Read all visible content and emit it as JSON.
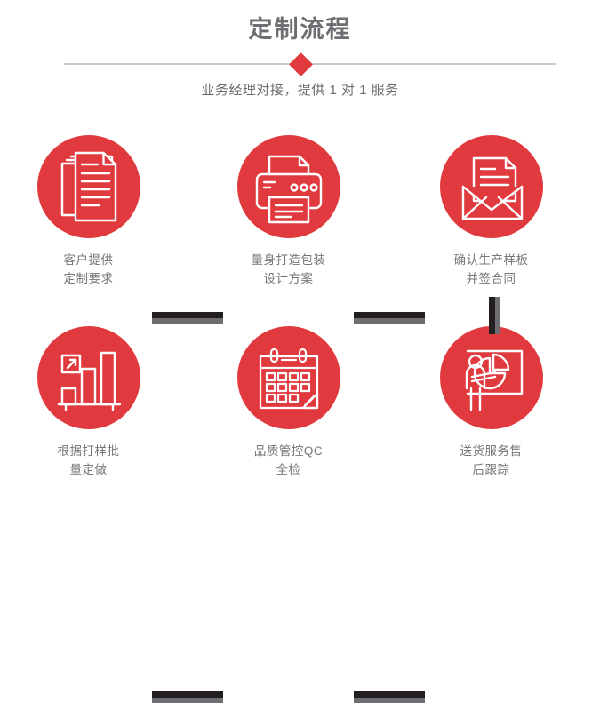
{
  "header": {
    "title": "定制流程",
    "subtitle": "业务经理对接，提供 1 对 1 服务",
    "divider_icon": "diamond-icon"
  },
  "colors": {
    "brand_red": "#e13a3e",
    "title_gray": "#6d6e71",
    "caption_gray": "#767676",
    "connector_dark": "#231f20",
    "connector_gray": "#6d6e71",
    "rule_gray": "#c9c9cb",
    "icon_white": "#ffffff"
  },
  "steps": [
    {
      "index": "1",
      "icon": "documents-stack-icon",
      "caption_line1": "客户提供",
      "caption_line2": "定制要求"
    },
    {
      "index": "2",
      "icon": "printer-icon",
      "caption_line1": "量身打造包装",
      "caption_line2": "设计方案"
    },
    {
      "index": "3",
      "icon": "open-envelope-letter-icon",
      "caption_line1": "确认生产样板",
      "caption_line2": "并签合同"
    },
    {
      "index": "4",
      "icon": "bar-chart-growth-icon",
      "caption_line1": "根据打样批",
      "caption_line2": "量定做"
    },
    {
      "index": "5",
      "icon": "calendar-icon",
      "caption_line1": "品质管控QC",
      "caption_line2": "全检"
    },
    {
      "index": "6",
      "icon": "presenter-pie-chart-icon",
      "caption_line1": "送货服务售",
      "caption_line2": "后跟踪"
    }
  ],
  "connectors": [
    {
      "name": "connector-step1-step2",
      "orientation": "horizontal"
    },
    {
      "name": "connector-step2-step3",
      "orientation": "horizontal"
    },
    {
      "name": "connector-step3-step6",
      "orientation": "vertical"
    },
    {
      "name": "connector-step4-step5",
      "orientation": "horizontal"
    },
    {
      "name": "connector-step5-step6",
      "orientation": "horizontal"
    }
  ]
}
